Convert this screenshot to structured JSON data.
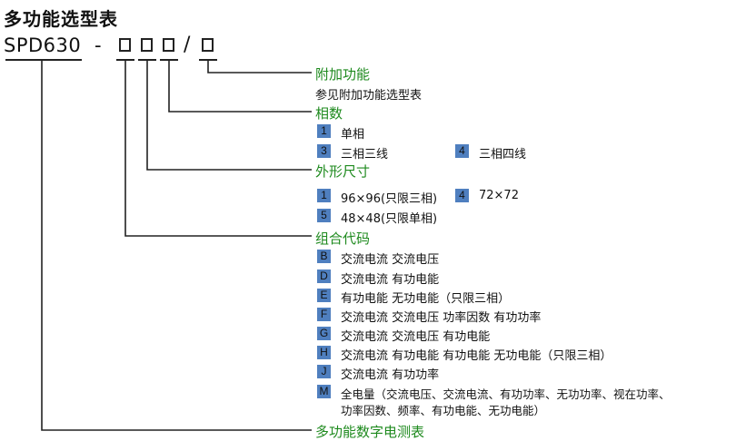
{
  "title": "多功能选型表",
  "model": {
    "prefix": "SPD630",
    "dash": "-",
    "slash": "/"
  },
  "sections": {
    "extra": {
      "heading": "附加功能",
      "note": "参见附加功能选型表"
    },
    "phase": {
      "heading": "相数",
      "items": [
        {
          "code": "1",
          "desc": "单相"
        },
        {
          "code": "3",
          "desc": "三相三线"
        },
        {
          "code": "4",
          "desc": "三相四线"
        }
      ]
    },
    "size": {
      "heading": "外形尺寸",
      "items": [
        {
          "code": "1",
          "desc": "96×96(只限三相)"
        },
        {
          "code": "4",
          "desc": "72×72"
        },
        {
          "code": "5",
          "desc": "48×48(只限单相)"
        }
      ]
    },
    "combo": {
      "heading": "组合代码",
      "items": [
        {
          "code": "B",
          "desc": "交流电流  交流电压"
        },
        {
          "code": "D",
          "desc": "交流电流  有功电能"
        },
        {
          "code": "E",
          "desc": "有功电能  无功电能（只限三相）"
        },
        {
          "code": "F",
          "desc": "交流电流  交流电压  功率因数  有功功率"
        },
        {
          "code": "G",
          "desc": "交流电流  交流电压  有功电能"
        },
        {
          "code": "H",
          "desc": "交流电流  有功电能  有功电能  无功电能（只限三相）"
        },
        {
          "code": "J",
          "desc": "交流电流  有功功率"
        },
        {
          "code": "M",
          "desc_line1": "全电量（交流电压、交流电流、有功功率、无功功率、视在功率、",
          "desc_line2": "功率因数、频率、有功电能、无功电能）"
        }
      ]
    },
    "product": {
      "heading": "多功能数字电测表"
    }
  },
  "colors": {
    "heading": "#1e8a1e",
    "badge": "#4f7fbf",
    "line": "#222222"
  }
}
